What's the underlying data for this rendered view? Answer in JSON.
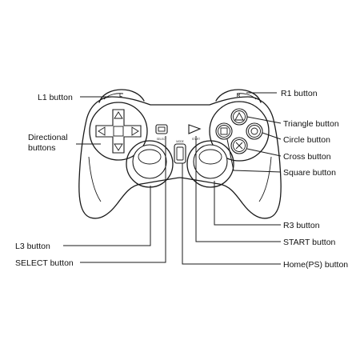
{
  "labels": {
    "l1": "L1 button",
    "r1": "R1 button",
    "directional_line1": "Directional",
    "directional_line2": "buttons",
    "triangle": "Triangle button",
    "circle": "Circle button",
    "cross": "Cross button",
    "square": "Square button",
    "r3": "R3 button",
    "start": "START button",
    "l3": "L3 button",
    "select": "SELECT button",
    "home": "Home(PS) button"
  },
  "controller_markings": {
    "left_shoulder": "L",
    "right_shoulder": "R",
    "select_text": "SELECT",
    "start_text": "START",
    "mode_text": "MODE"
  }
}
